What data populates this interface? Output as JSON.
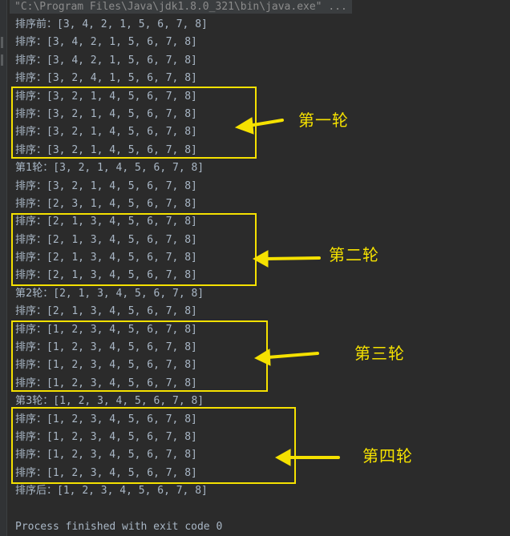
{
  "console": {
    "command": "\"C:\\Program Files\\Java\\jdk1.8.0_321\\bin\\java.exe\" ...",
    "lines": [
      {
        "label": "排序前：",
        "value": "[3, 4, 2, 1, 5, 6, 7, 8]"
      },
      {
        "label": "排序：",
        "value": "[3, 4, 2, 1, 5, 6, 7, 8]"
      },
      {
        "label": "排序：",
        "value": "[3, 4, 2, 1, 5, 6, 7, 8]"
      },
      {
        "label": "排序：",
        "value": "[3, 2, 4, 1, 5, 6, 7, 8]"
      },
      {
        "label": "排序：",
        "value": "[3, 2, 1, 4, 5, 6, 7, 8]"
      },
      {
        "label": "排序：",
        "value": "[3, 2, 1, 4, 5, 6, 7, 8]"
      },
      {
        "label": "排序：",
        "value": "[3, 2, 1, 4, 5, 6, 7, 8]"
      },
      {
        "label": "排序：",
        "value": "[3, 2, 1, 4, 5, 6, 7, 8]"
      },
      {
        "label": "第1轮：",
        "value": "[3, 2, 1, 4, 5, 6, 7, 8]"
      },
      {
        "label": "排序：",
        "value": "[3, 2, 1, 4, 5, 6, 7, 8]"
      },
      {
        "label": "排序：",
        "value": "[2, 3, 1, 4, 5, 6, 7, 8]"
      },
      {
        "label": "排序：",
        "value": "[2, 1, 3, 4, 5, 6, 7, 8]"
      },
      {
        "label": "排序：",
        "value": "[2, 1, 3, 4, 5, 6, 7, 8]"
      },
      {
        "label": "排序：",
        "value": "[2, 1, 3, 4, 5, 6, 7, 8]"
      },
      {
        "label": "排序：",
        "value": "[2, 1, 3, 4, 5, 6, 7, 8]"
      },
      {
        "label": "第2轮：",
        "value": "[2, 1, 3, 4, 5, 6, 7, 8]"
      },
      {
        "label": "排序：",
        "value": "[2, 1, 3, 4, 5, 6, 7, 8]"
      },
      {
        "label": "排序：",
        "value": "[1, 2, 3, 4, 5, 6, 7, 8]"
      },
      {
        "label": "排序：",
        "value": "[1, 2, 3, 4, 5, 6, 7, 8]"
      },
      {
        "label": "排序：",
        "value": "[1, 2, 3, 4, 5, 6, 7, 8]"
      },
      {
        "label": "排序：",
        "value": "[1, 2, 3, 4, 5, 6, 7, 8]"
      },
      {
        "label": "第3轮：",
        "value": "[1, 2, 3, 4, 5, 6, 7, 8]"
      },
      {
        "label": "排序：",
        "value": "[1, 2, 3, 4, 5, 6, 7, 8]"
      },
      {
        "label": "排序：",
        "value": "[1, 2, 3, 4, 5, 6, 7, 8]"
      },
      {
        "label": "排序：",
        "value": "[1, 2, 3, 4, 5, 6, 7, 8]"
      },
      {
        "label": "排序：",
        "value": "[1, 2, 3, 4, 5, 6, 7, 8]"
      },
      {
        "label": "排序后：",
        "value": "[1, 2, 3, 4, 5, 6, 7, 8]"
      }
    ],
    "finish_message": "Process finished with exit code 0"
  },
  "annotations": {
    "round1": "第一轮",
    "round2": "第二轮",
    "round3": "第三轮",
    "round4": "第四轮"
  },
  "colors": {
    "background": "#2b2b2b",
    "text": "#a9b7c6",
    "highlight": "#f5e100"
  }
}
